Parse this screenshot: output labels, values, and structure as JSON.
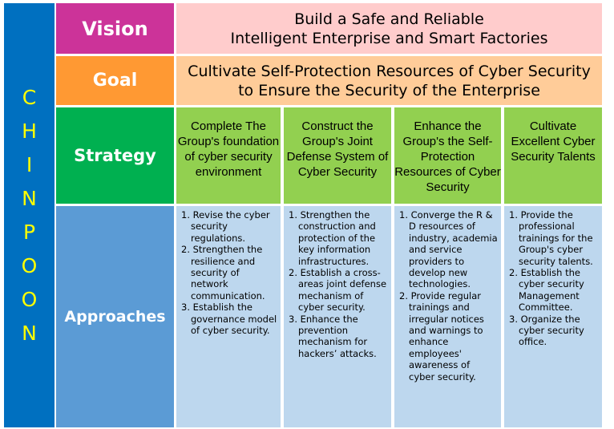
{
  "brand": {
    "letters": [
      "C",
      "H",
      "I",
      "N",
      "P",
      "O",
      "O",
      "N"
    ]
  },
  "vision": {
    "label": "Vision",
    "line1": "Build a Safe and Reliable",
    "line2": "Intelligent Enterprise and Smart Factories"
  },
  "goal": {
    "label": "Goal",
    "line1": "Cultivate Self-Protection Resources of Cyber Security",
    "line2": "to Ensure the Security of  the Enterprise"
  },
  "strategy": {
    "label": "Strategy",
    "items": [
      "Complete The Group's foundation of cyber security environment",
      "Construct the Group's Joint Defense System of Cyber Security",
      "Enhance the Group's the Self-Protection Resources of Cyber Security",
      "Cultivate Excellent Cyber Security Talents"
    ]
  },
  "approaches": {
    "label": "Approaches",
    "columns": [
      [
        "1. Revise the cyber security regulations.",
        "2. Strengthen the resilience and security of network communication.",
        "3. Establish the governance model of cyber security."
      ],
      [
        "1. Strengthen  the construction and protection of the key information infrastructures.",
        "2. Establish a cross-areas joint defense mechanism of cyber security.",
        "3. Enhance the prevention mechanism for hackers’  attacks."
      ],
      [
        "1. Converge the R & D resources of industry, academia and service providers to develop new technologies.",
        "2. Provide regular trainings and irregular notices and warnings to enhance employees' awareness of cyber security."
      ],
      [
        "1. Provide the professional trainings for the Group's cyber security talents.",
        "2. Establish the cyber security Management Committee.",
        "3. Organize the cyber security office."
      ]
    ]
  },
  "colors": {
    "brand": "#0070c0",
    "vision": "#cc3399",
    "vision_bg": "#ffcccc",
    "goal": "#ff9933",
    "goal_bg": "#ffcc99",
    "strategy": "#00b050",
    "strategy_bg": "#92d050",
    "approaches": "#5b9bd5",
    "approaches_bg": "#bdd7ee"
  }
}
